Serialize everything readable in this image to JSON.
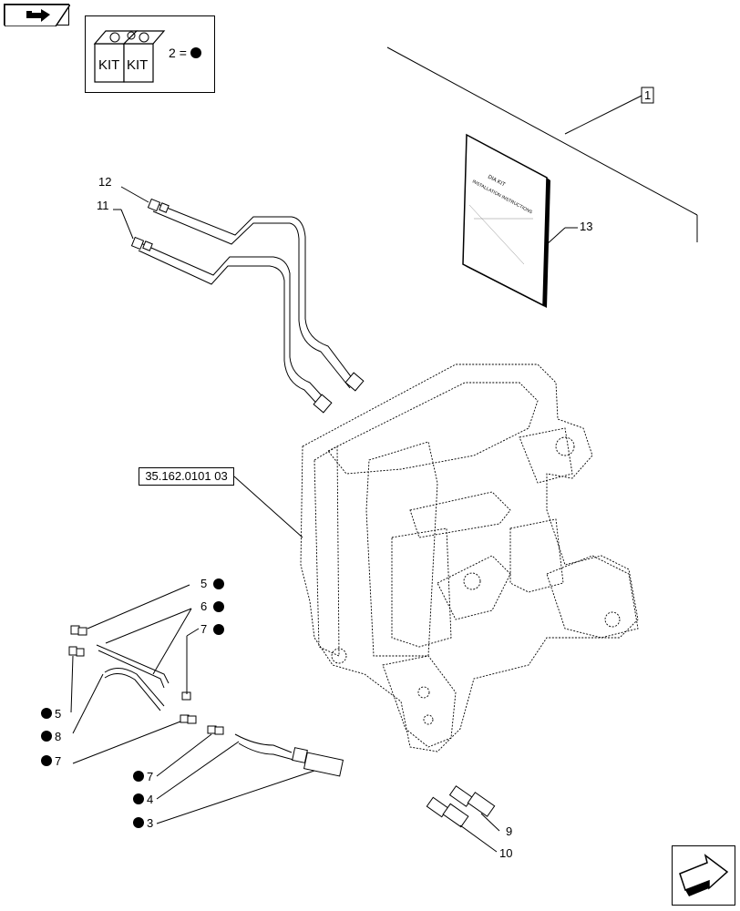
{
  "kit_legend": {
    "key": "2",
    "sep": "=",
    "symbol": "filled-circle"
  },
  "kit_icon": {
    "labels": [
      "KIT",
      "KIT"
    ]
  },
  "reference": "35.162.0101 03",
  "booklet": {
    "title": "DIA KIT",
    "subtitle": "INSTALLATION INSTRUCTIONS"
  },
  "callouts": {
    "c1": "1",
    "c3": "3",
    "c4": "4",
    "c5a": "5",
    "c5b": "5",
    "c6": "6",
    "c7a": "7",
    "c7b": "7",
    "c7c": "7",
    "c8": "8",
    "c9": "9",
    "c10": "10",
    "c11": "11",
    "c12": "12",
    "c13": "13"
  },
  "icons": {
    "prev": "back-arrow-icon",
    "next": "forward-arrow-icon"
  }
}
